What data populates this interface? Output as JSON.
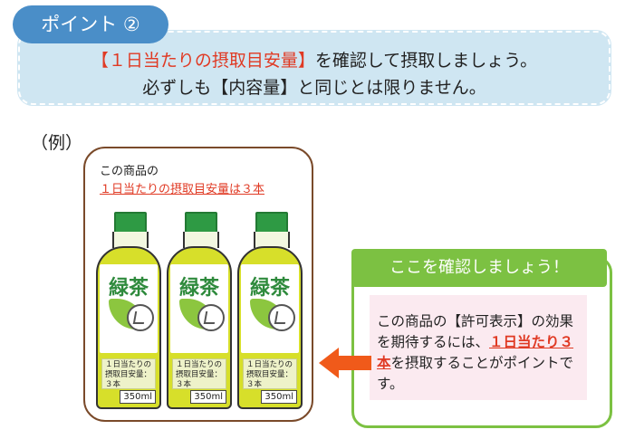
{
  "point": {
    "pill_label": "ポイント ②",
    "line1_highlight": "【１日当たりの摂取目安量】",
    "line1_rest": "を確認して摂取しましょう。",
    "line2": "必ずしも【内容量】と同じとは限りません。"
  },
  "example": {
    "label": "（例）"
  },
  "product": {
    "title": "この商品の",
    "subtitle": "１日当たりの摂取目安量は３本",
    "bottles": [
      {
        "name": "緑茶",
        "label": "１日当たりの摂取目安量：３本",
        "volume": "350ml"
      },
      {
        "name": "緑茶",
        "label": "１日当たりの摂取目安量：３本",
        "volume": "350ml"
      },
      {
        "name": "緑茶",
        "label": "１日当たりの摂取目安量：３本",
        "volume": "350ml"
      }
    ]
  },
  "check": {
    "header": "ここを確認しましょう！",
    "text_before": "この商品の【許可表示】の効果を期待するには、",
    "text_emphasis": "１日当たり３本",
    "text_after": "を摂取することがポイントです。"
  },
  "colors": {
    "pill": "#4a8ec8",
    "notice_bg": "#cfe6f2",
    "highlight_red": "#e03a24",
    "bottle_green": "#d7df2a",
    "cap_green": "#2e9a44",
    "check_green": "#7cc142",
    "frame_brown": "#7a4a2a",
    "arrow": "#f05a1a"
  },
  "icons": {
    "arrow": "left-arrow-icon",
    "tokuho_mark": "tokuho-mark-icon"
  }
}
